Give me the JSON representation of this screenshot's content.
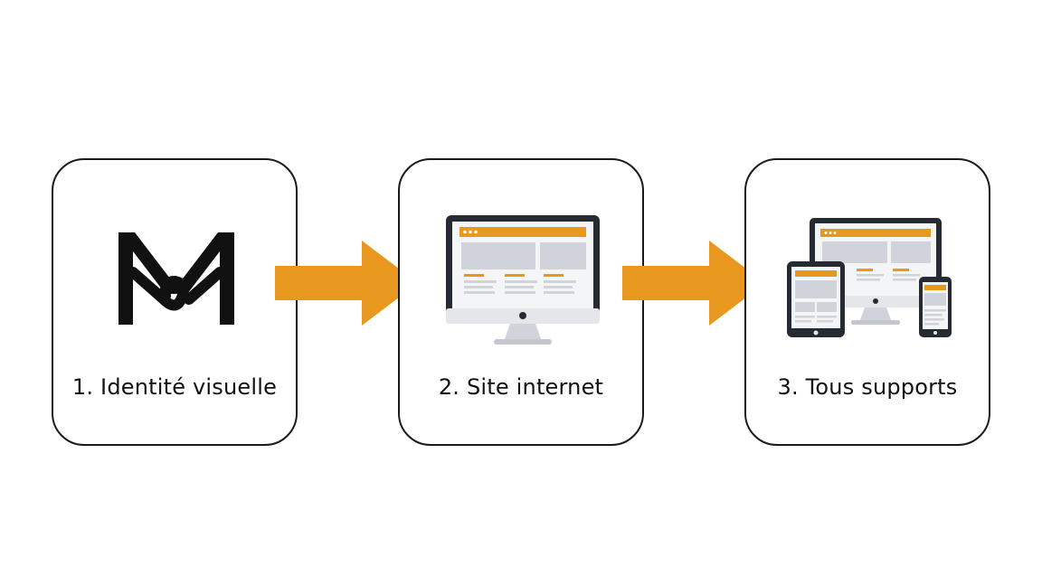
{
  "colors": {
    "accent": "#E8971F",
    "outline": "#1A1A1A",
    "device_dark": "#262A33",
    "device_gray": "#D0D4DA",
    "device_light": "#E9EBEE"
  },
  "steps": [
    {
      "label": "1. Identité visuelle",
      "icon": "monogram-m-logo"
    },
    {
      "label": "2. Site internet",
      "icon": "desktop-monitor-icon"
    },
    {
      "label": "3. Tous supports",
      "icon": "responsive-devices-icon"
    }
  ]
}
